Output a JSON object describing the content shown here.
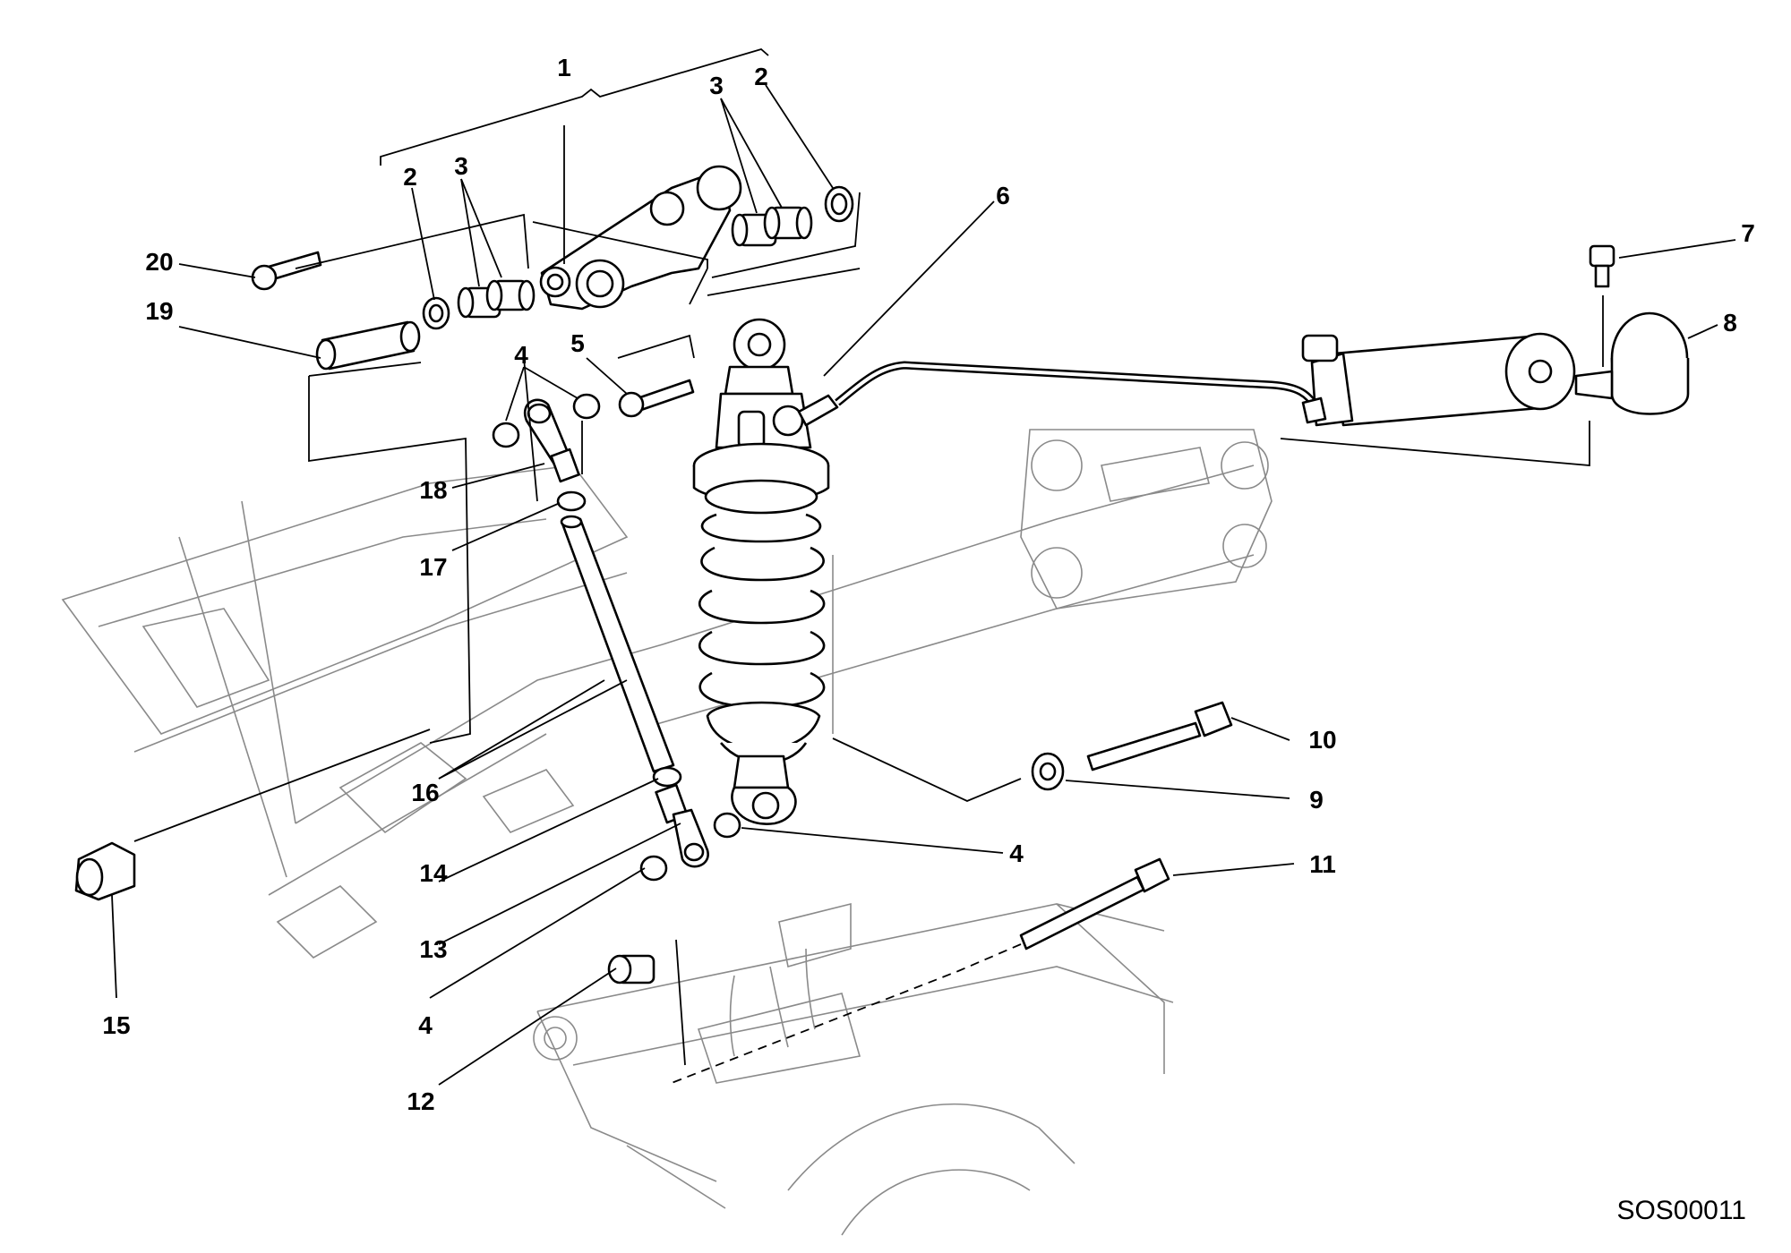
{
  "diagram": {
    "drawing_code": "SOS00011",
    "callouts": {
      "c1": "1",
      "c2a": "2",
      "c2b": "2",
      "c3a": "3",
      "c3b": "3",
      "c4a": "4",
      "c4b": "4",
      "c4c": "4",
      "c5": "5",
      "c6": "6",
      "c7": "7",
      "c8": "8",
      "c9": "9",
      "c10": "10",
      "c11": "11",
      "c12": "12",
      "c13": "13",
      "c14": "14",
      "c15": "15",
      "c16": "16",
      "c17": "17",
      "c18": "18",
      "c19": "19",
      "c20": "20"
    }
  }
}
